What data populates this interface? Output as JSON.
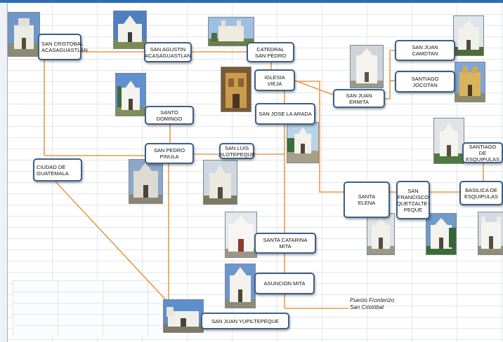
{
  "colors": {
    "connector": "#e89a4a",
    "node_border": "#3e5f86",
    "grid": "#e2e6ea"
  },
  "nodes": {
    "san_cristobal": "SAN CRISTOBAL\nACASAGUASTLÁN",
    "san_agustin": "SAN AGUSTIN\nACASAGUASTLAN",
    "catedral_san_pedro": "CATEDRAL\nSAN PEDRO",
    "iglesia_vieja": "IGLESIA\nVIEJA",
    "san_juan_ermita": "SAN JUAN  ERMITA",
    "san_juan_camotan": "SAN JUAN CAMOTAN",
    "santiago_jocotan": "SANTIAGO JOCOTAN",
    "santo_domingo": "SANTO DOMINGO",
    "san_jose_la_arada": "SAN JOSE LA ARADA",
    "san_pedro_pinula": "SAN PEDRO\nPINULA",
    "san_luis_jilotepeque": "SAN LUIS\nJILOTEPEQUE",
    "ciudad_de_guatemala": "CIUDAD DE\nGUATEMALA",
    "santiago_de_esquipulas": "SANTIAGO DE\nESQUIPULAS",
    "santa_elena": "SANTA\nELENA",
    "san_francisco_quetzaltepeque": "SAN\nFRANCISCO\nQUETZALTE-\nPEQUE",
    "basilica_de_esquipulas": "BASILICA DE\nESQUIPULAS",
    "santa_catarina_mita": "SANTA CATARINA MITA",
    "asuncion_mita": "ASUNCION MITA",
    "san_juan_yupiltepeque": "SAN JUAN  YUPILTEPEQUE"
  },
  "annotation": {
    "line1": "Puesto  Fronterizo",
    "line2": "San Cristóbal"
  }
}
